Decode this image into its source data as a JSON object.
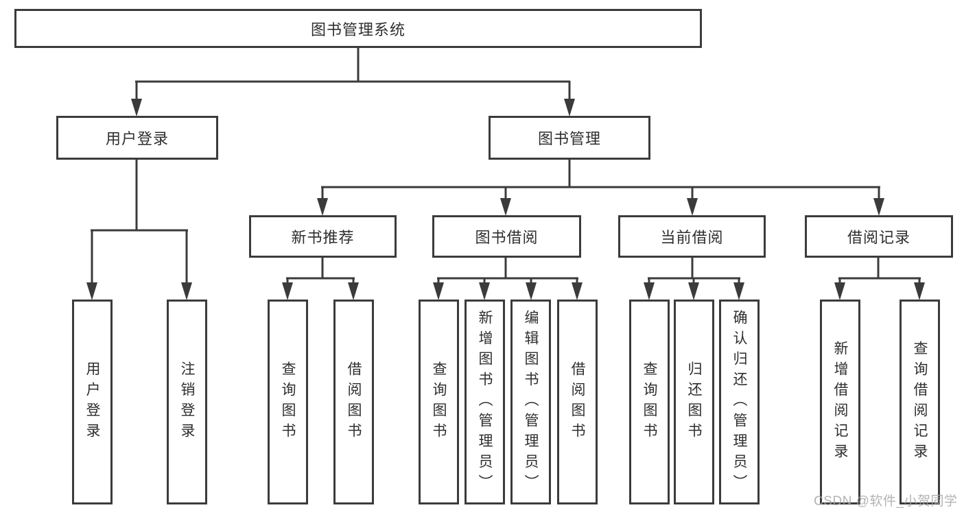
{
  "diagram_type": "hierarchy-tree",
  "tree": {
    "label": "图书管理系统",
    "children": [
      {
        "label": "用户登录",
        "children": [
          {
            "label": "用户登录"
          },
          {
            "label": "注销登录"
          }
        ]
      },
      {
        "label": "图书管理",
        "children": [
          {
            "label": "新书推荐",
            "children": [
              {
                "label": "查询图书"
              },
              {
                "label": "借阅图书"
              }
            ]
          },
          {
            "label": "图书借阅",
            "children": [
              {
                "label": "查询图书"
              },
              {
                "label": "新增图书（管理员）"
              },
              {
                "label": "编辑图书（管理员）"
              },
              {
                "label": "借阅图书"
              }
            ]
          },
          {
            "label": "当前借阅",
            "children": [
              {
                "label": "查询图书"
              },
              {
                "label": "归还图书"
              },
              {
                "label": "确认归还（管理员）"
              }
            ]
          },
          {
            "label": "借阅记录",
            "children": [
              {
                "label": "新增借阅记录"
              },
              {
                "label": "查询借阅记录"
              }
            ]
          }
        ]
      }
    ]
  },
  "watermark": {
    "label": "CSDN @软件_小贺同学"
  },
  "colors": {
    "line": "#3b3b3b",
    "text": "#2e2e2e",
    "box_background": "#ffffff",
    "watermark": "#a6a6a6"
  }
}
